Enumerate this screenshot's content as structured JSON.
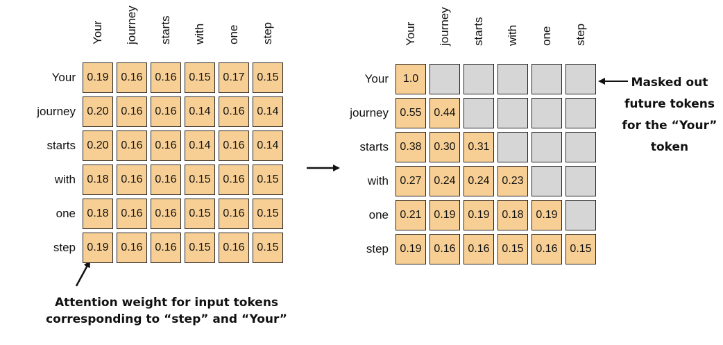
{
  "tokens": [
    "Your",
    "journey",
    "starts",
    "with",
    "one",
    "step"
  ],
  "left_matrix": [
    [
      "0.19",
      "0.16",
      "0.16",
      "0.15",
      "0.17",
      "0.15"
    ],
    [
      "0.20",
      "0.16",
      "0.16",
      "0.14",
      "0.16",
      "0.14"
    ],
    [
      "0.20",
      "0.16",
      "0.16",
      "0.14",
      "0.16",
      "0.14"
    ],
    [
      "0.18",
      "0.16",
      "0.16",
      "0.15",
      "0.16",
      "0.15"
    ],
    [
      "0.18",
      "0.16",
      "0.16",
      "0.15",
      "0.16",
      "0.15"
    ],
    [
      "0.19",
      "0.16",
      "0.16",
      "0.15",
      "0.16",
      "0.15"
    ]
  ],
  "right_matrix": [
    [
      "1.0",
      "",
      "",
      "",
      "",
      ""
    ],
    [
      "0.55",
      "0.44",
      "",
      "",
      "",
      ""
    ],
    [
      "0.38",
      "0.30",
      "0.31",
      "",
      "",
      ""
    ],
    [
      "0.27",
      "0.24",
      "0.24",
      "0.23",
      "",
      ""
    ],
    [
      "0.21",
      "0.19",
      "0.19",
      "0.18",
      "0.19",
      ""
    ],
    [
      "0.19",
      "0.16",
      "0.16",
      "0.15",
      "0.16",
      "0.15"
    ]
  ],
  "annotations": {
    "left_line1": "Attention weight for input tokens",
    "left_line2": "corresponding to “step” and “Your”",
    "right_line1": "Masked out",
    "right_line2": "future tokens",
    "right_line3": "for the “Your”",
    "right_line4": "token"
  },
  "colors": {
    "cell_fill": "#f7cf94",
    "masked_fill": "#d6d6d6",
    "border": "#222222"
  }
}
